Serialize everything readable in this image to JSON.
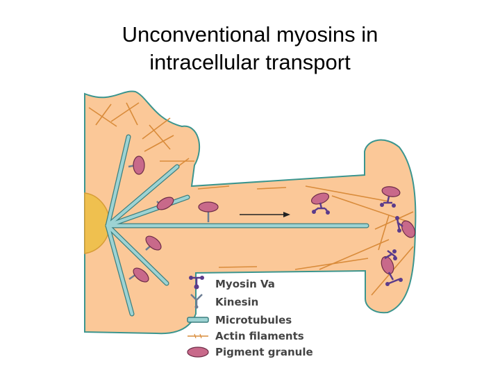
{
  "title": {
    "line1": "Unconventional myosins in",
    "line2": "intracellular transport"
  },
  "colors": {
    "cytoplasm": "#fbc898",
    "membrane": "#3b958e",
    "nucleus": "#efc04f",
    "microtubule": "#9dd3d3",
    "actin": "#d98b3a",
    "myosin": "#5b3b8b",
    "kinesin": "#6b7d93",
    "granule": "#c8698a",
    "label": "#444444"
  },
  "legend": [
    {
      "label": "Myosin Va",
      "icon": "myosin-va-icon"
    },
    {
      "label": "Kinesin",
      "icon": "kinesin-icon"
    },
    {
      "label": "Microtubules",
      "icon": "microtubule-icon"
    },
    {
      "label": "Actin filaments",
      "icon": "actin-filament-icon"
    },
    {
      "label": "Pigment granule",
      "icon": "pigment-granule-icon"
    }
  ]
}
